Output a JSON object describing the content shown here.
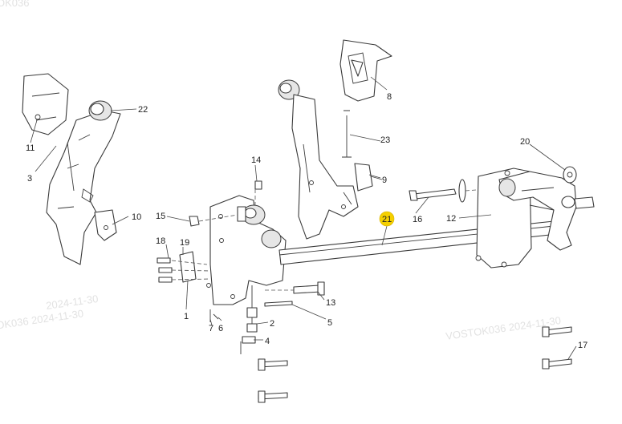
{
  "watermarks": [
    {
      "text": "OK036"
    },
    {
      "text": "VOSTOK036   2024-11-30"
    },
    {
      "text": "OK036   2024-11-30"
    },
    {
      "text": "2024-11-30"
    }
  ],
  "highlight_color": "#f5d000",
  "callouts": {
    "c1": "1",
    "c2": "2",
    "c3": "3",
    "c4": "4",
    "c5": "5",
    "c6": "6",
    "c7": "7",
    "c8": "8",
    "c9": "9",
    "c10": "10",
    "c11": "11",
    "c12": "12",
    "c13": "13",
    "c14": "14",
    "c15": "15",
    "c16": "16",
    "c17": "17",
    "c18": "18",
    "c19": "19",
    "c20": "20",
    "c21": "21",
    "c22": "22",
    "c23": "23"
  }
}
